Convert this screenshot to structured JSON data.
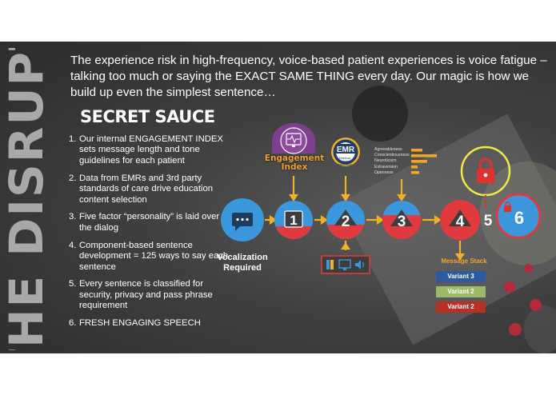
{
  "side_title": "THE DISRUPT",
  "headline": "The experience risk in high-frequency, voice-based patient experiences is voice fatigue – talking too much or saying the EXACT SAME THING every day.  Our magic is how we build up even the simplest sentence…",
  "secret_sauce_title": "SECRET SAUCE",
  "steps": [
    {
      "num": "1.",
      "text": "Our internal ENGAGEMENT INDEX sets message length and tone guidelines for each patient"
    },
    {
      "num": "2.",
      "text": "Data from EMRs and 3rd party standards of care drive education content selection"
    },
    {
      "num": "3.",
      "text": "Five factor “personality” is laid over the dialog"
    },
    {
      "num": "4.",
      "text": "Component-based sentence development = 125 ways to say each sentence"
    },
    {
      "num": "5.",
      "text": "Every sentence is classified for security, privacy and pass phrase requirement"
    },
    {
      "num": "6.",
      "text": "FRESH ENGAGING SPEECH"
    }
  ],
  "flow": {
    "start_label_line1": "Vocalization",
    "start_label_line2": "Required",
    "nodes": [
      "1",
      "2",
      "3",
      "4",
      "5",
      "6"
    ],
    "engagement_index_label_line1": "Engagement",
    "engagement_index_label_line2": "Index",
    "emr_badge": "EMR",
    "emr_sub": "American Diabetes Association",
    "traits": [
      "Agreeableness",
      "Conscientiousness",
      "Neuroticism",
      "Extraversion",
      "Openness"
    ],
    "message_stack_title": "Message Stack",
    "variants": [
      {
        "label": "Variant 3",
        "color": "#2c5a9e"
      },
      {
        "label": "Variant 2",
        "color": "#9bbb6a"
      },
      {
        "label": "Variant 2",
        "color": "#b83024"
      }
    ]
  },
  "colors": {
    "node_blue": "#3b97dc",
    "node_red": "#e03a3f",
    "connector_yellow": "#f0b224",
    "engagement_purple": "#7e3f8e",
    "emr_navy": "#1e3c6e",
    "lock_red": "#e03030",
    "lock_ring_yellow": "#f1e84a",
    "trait_bar_orange": "#f0a42a"
  },
  "icons": [
    "chat-bubble-icon",
    "heartbeat-monitor-icon",
    "lock-icon",
    "speaker-icon",
    "book-icon",
    "monitor-icon"
  ]
}
